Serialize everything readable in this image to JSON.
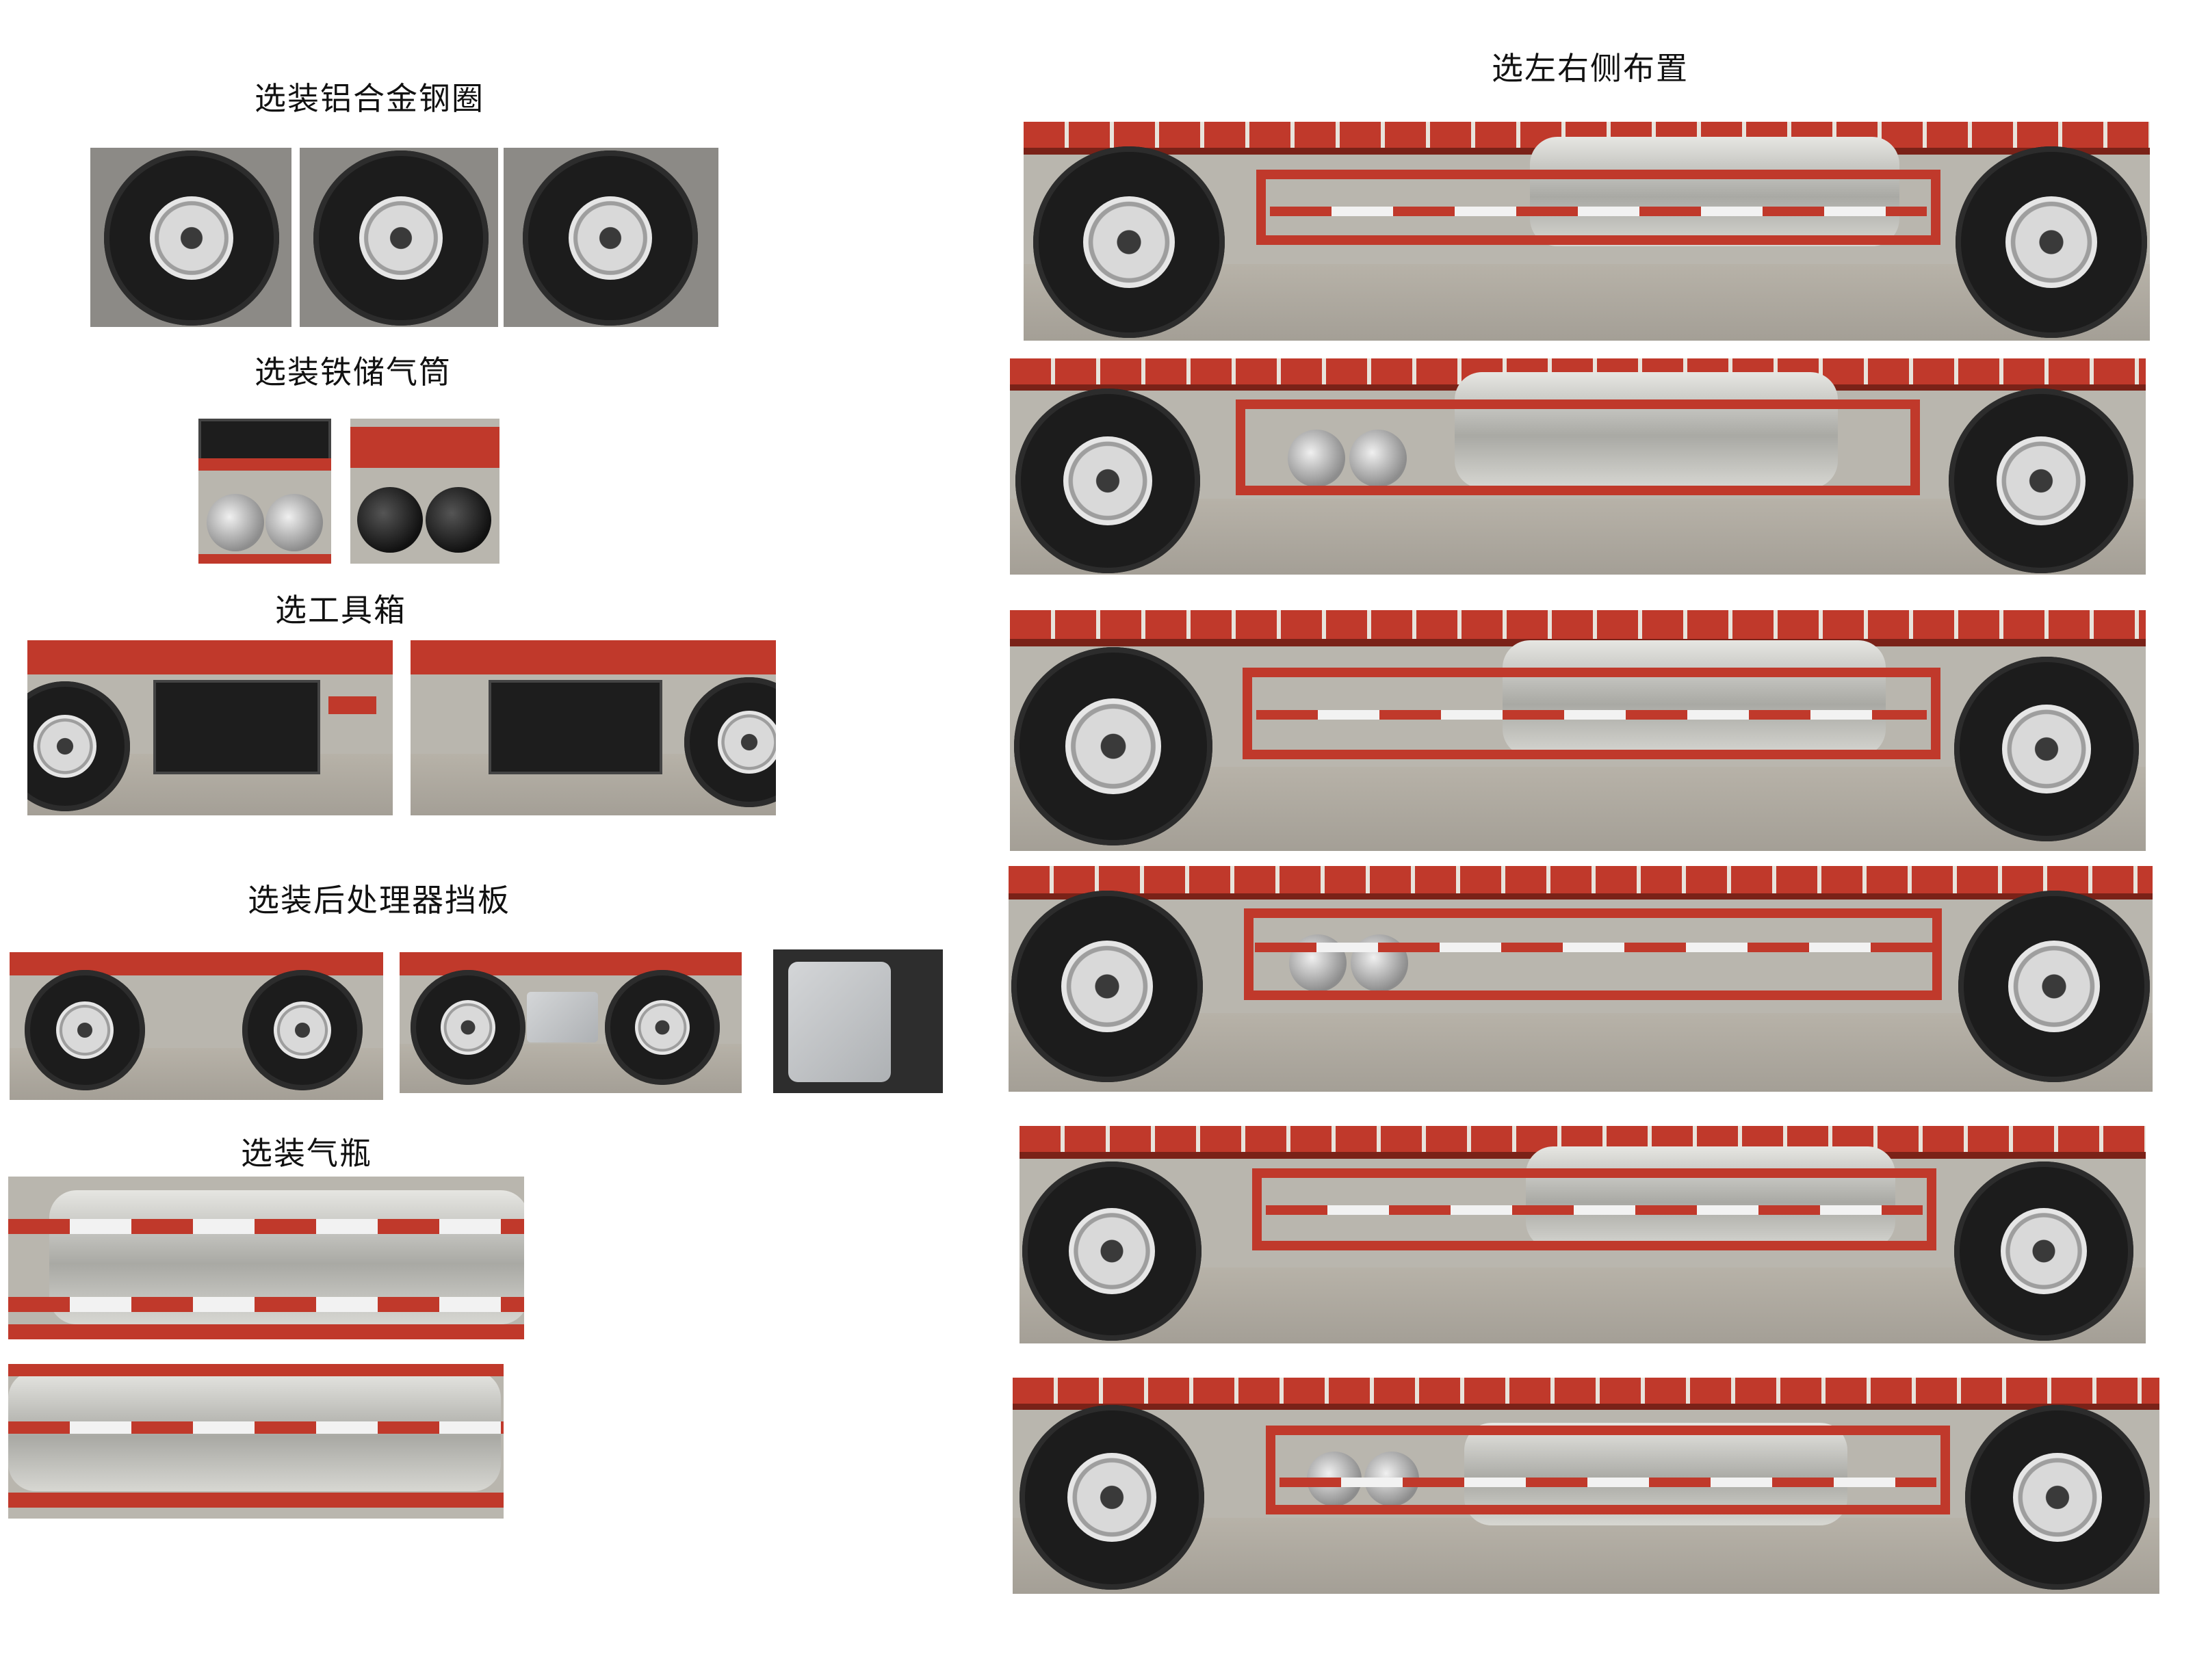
{
  "sections": {
    "rims": "选装铝合金钢圈",
    "iron_tank": "选装铁储气筒",
    "toolbox": "选工具箱",
    "aftertreatment": "选装后处理器挡板",
    "gas_cylinder": "选装气瓶",
    "left_right": "选左右侧布置"
  },
  "colors": {
    "frame_red": "#c0392b",
    "background": "#ffffff"
  }
}
